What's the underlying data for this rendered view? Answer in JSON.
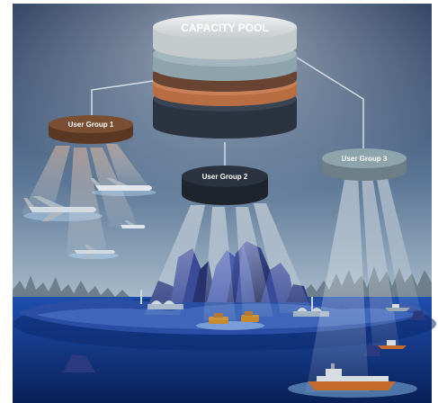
{
  "diagram": {
    "pool": {
      "label": "CAPACITY POOL"
    },
    "groups": [
      {
        "label": "User Group 1"
      },
      {
        "label": "User Group 2"
      },
      {
        "label": "User Group 3"
      }
    ]
  },
  "colors": {
    "sky_top": "#2a3f5e",
    "sky_mid": "#6f8aa6",
    "sea": "#123a8a",
    "pool_top": "#d9dde0",
    "pool_slate": "#8ea4ad",
    "pool_copper": "#b86d43",
    "pool_dark": "#2b3340",
    "group1": "#7a4e32",
    "group2": "#2b3340",
    "group3": "#8ea4ad"
  }
}
